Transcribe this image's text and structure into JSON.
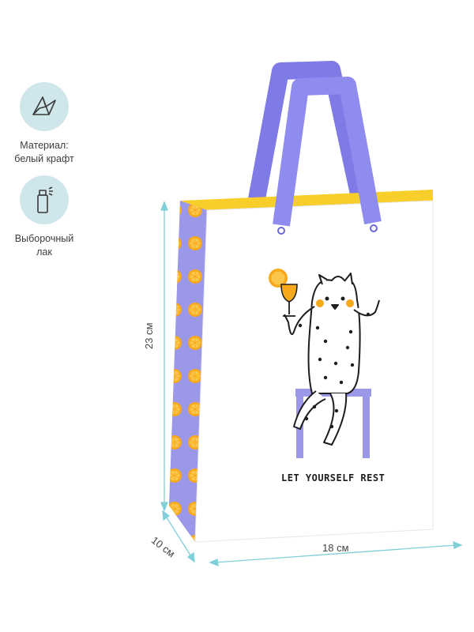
{
  "features": [
    {
      "icon": "origami-bird-icon",
      "line1": "Материал:",
      "line2": "белый крафт"
    },
    {
      "icon": "spray-can-icon",
      "line1": "Выборочный",
      "line2": "лак"
    }
  ],
  "dimensions": {
    "height": "23 см",
    "depth": "10 см",
    "width": "18 см"
  },
  "bag": {
    "slogan": "LET YOURSELF REST"
  },
  "colors": {
    "handle": "#8f8cf0",
    "side_panel": "#9b98ea",
    "orange": "#f7a81b",
    "yellow_rim": "#f8cf2a",
    "dimension_line": "#7fd0d8",
    "badge_bg": "#cfe7ea"
  }
}
